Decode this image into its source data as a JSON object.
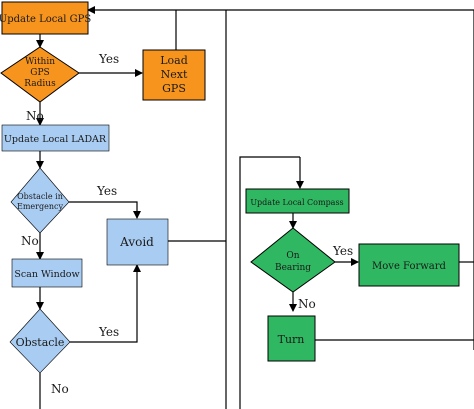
{
  "nodes": {
    "update_gps": "Update Local GPS",
    "within_gps": [
      "Within",
      "GPS",
      "Radius"
    ],
    "load_gps": [
      "Load",
      "Next",
      "GPS"
    ],
    "update_ladar": "Update Local LADAR",
    "obstacle_emergency": [
      "Obstacle in",
      "Emergency"
    ],
    "avoid": "Avoid",
    "scan_window": "Scan Window",
    "obstacle": "Obstacle",
    "update_compass": "Update Local Compass",
    "on_bearing": [
      "On",
      "Bearing"
    ],
    "move_forward": "Move Forward",
    "turn": "Turn"
  },
  "edge_labels": {
    "gps_yes": "Yes",
    "gps_no": "No",
    "emerg_yes": "Yes",
    "emerg_no": "No",
    "obstacle_yes": "Yes",
    "obstacle_no": "No",
    "bearing_yes": "Yes",
    "bearing_no": "No"
  },
  "colors": {
    "orange": "#f7941d",
    "blue": "#a9cdf2",
    "green": "#2fb861",
    "stroke": "#000000"
  }
}
